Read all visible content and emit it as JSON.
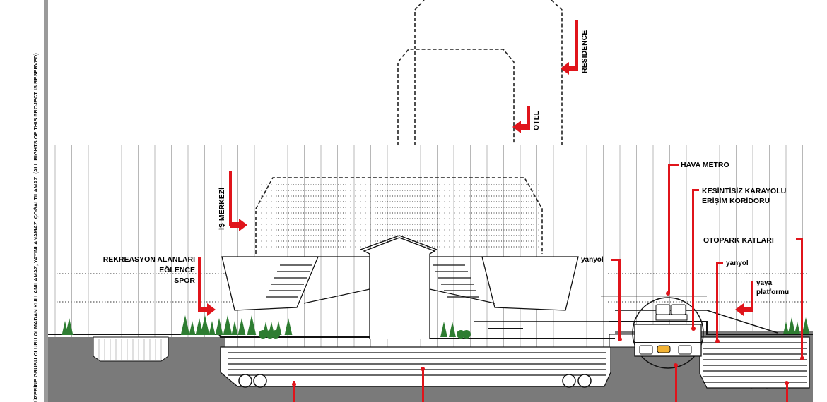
{
  "copyright_notice": "ÜZERİNE GRUBU OLURU OLMADAN KULLANILAMAZ, YAYINLANAMAZ, ÇOĞALTILAMAZ. (ALL RIGHTS OF THIS PROJECT IS RESERVED)",
  "labels": {
    "residence": "RESIDENCE",
    "otel": "OTEL",
    "is_merkezi": "İŞ MERKEZİ",
    "rekreasyon_1": "REKREASYON ALANLARI",
    "rekreasyon_2": "EĞLENCE",
    "rekreasyon_3": "SPOR",
    "hava_metro": "HAVA METRO",
    "karayolu_1": "KESİNTİSİZ KARAYOLU",
    "karayolu_2": "ERİŞİM KORİDORU",
    "otopark": "OTOPARK KATLARI",
    "yanyol_1": "yanyol",
    "yanyol_2": "yanyol",
    "yaya_1": "yaya",
    "yaya_2": "platformu"
  },
  "colors": {
    "ground": "#7a7a7a",
    "arrow": "#e0141b",
    "tree": "#2e7d32",
    "frame": "#9a9a9a"
  }
}
